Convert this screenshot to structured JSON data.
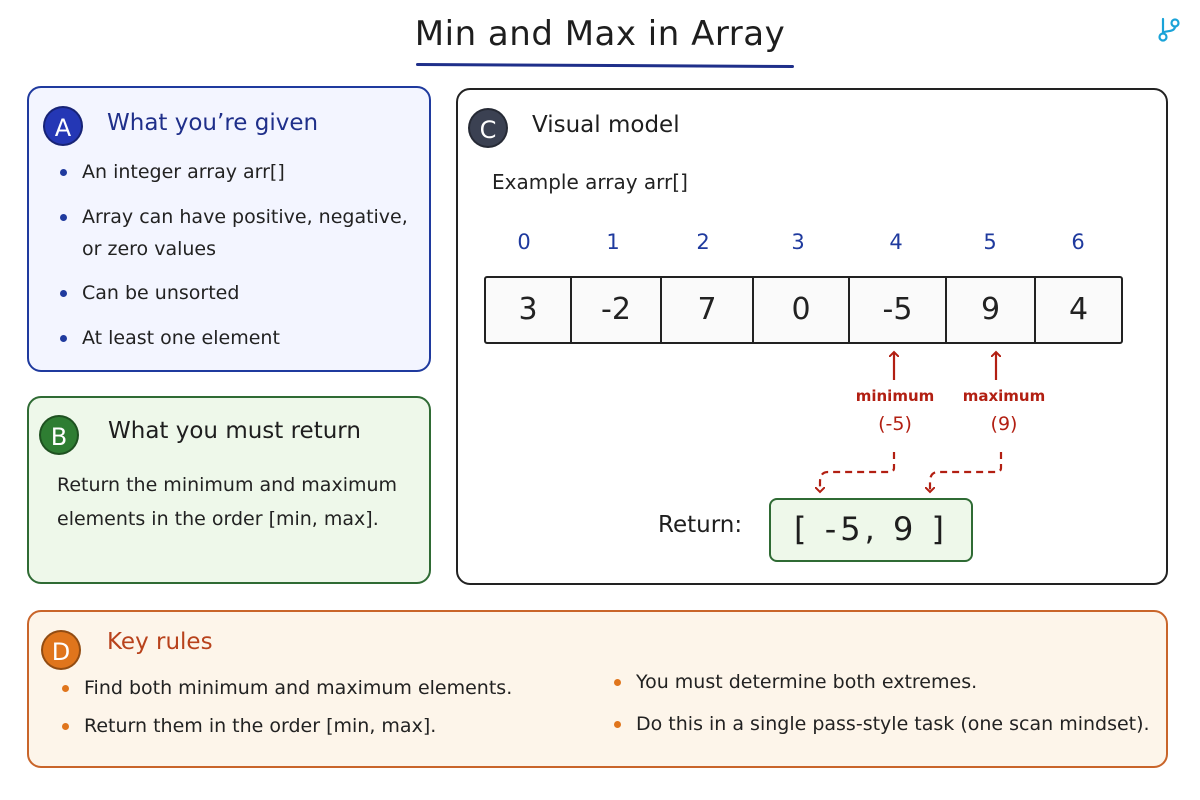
{
  "title": "Min and Max in Array",
  "icon": "git-branch-icon",
  "panels": {
    "a": {
      "badge": "A",
      "heading": "What you’re given",
      "bullets": [
        "An integer array arr[]",
        "Array can have positive, negative, or zero values",
        "Can be unsorted",
        "At least one element"
      ]
    },
    "b": {
      "badge": "B",
      "heading": "What you must return",
      "body": "Return the minimum and maximum elements in the order [min, max]."
    },
    "c": {
      "badge": "C",
      "heading": "Visual model",
      "subheading": "Example array arr[]",
      "indices": [
        "0",
        "1",
        "2",
        "3",
        "4",
        "5",
        "6"
      ],
      "values": [
        "3",
        "-2",
        "7",
        "0",
        "-5",
        "9",
        "4"
      ],
      "min_label": "minimum",
      "min_value": "(-5)",
      "max_label": "maximum",
      "max_value": "(9)",
      "return_label": "Return:",
      "return_value": "[ -5, 9 ]"
    },
    "d": {
      "badge": "D",
      "heading": "Key rules",
      "bullets_left": [
        "Find both minimum and maximum elements.",
        "Return them in the order [min, max]."
      ],
      "bullets_right": [
        "You must determine both extremes.",
        "Do this in a single pass-style task (one scan mindset)."
      ]
    }
  },
  "colors": {
    "blue": "#1f3a9e",
    "green": "#2f6b34",
    "orange": "#c9652a",
    "red": "#b21f12"
  }
}
